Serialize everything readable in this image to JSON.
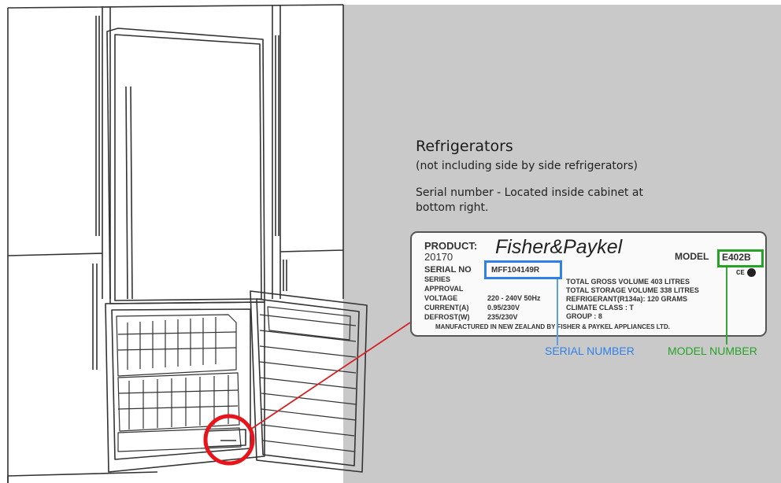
{
  "colors": {
    "background_panel": "#c9c9c9",
    "serial_highlight": "#2f80e8",
    "model_highlight": "#26a326",
    "callout_circle": "#e8141c",
    "line_art": "#333333"
  },
  "callout": {
    "heading": "Refrigerators",
    "subheading": "(not including side by side refrigerators)",
    "serial_note_line1": "Serial number - Located inside cabinet at",
    "serial_note_line2": "bottom right."
  },
  "plate": {
    "product_label": "PRODUCT:",
    "product_code": "20170",
    "brand": "Fisher&Paykel",
    "model_label": "MODEL",
    "model_value": "E402B",
    "serial_label": "SERIAL NO",
    "serial_value": "MFF104149R",
    "series_label": "SERIES",
    "approval_label": "APPROVAL",
    "voltage_label": "VOLTAGE",
    "voltage_value": "220 - 240V 50Hz",
    "current_label": "CURRENT(A)",
    "current_value": "0.95/230V",
    "defrost_label": "DEFROST(W)",
    "defrost_value": "235/230V",
    "total_gross_volume": "TOTAL GROSS VOLUME 403 LITRES",
    "total_storage_volume": "TOTAL STORAGE VOLUME 338 LITRES",
    "refrigerant": "REFRIGERANT(R134a): 120 GRAMS",
    "climate_class": "CLIMATE CLASS      : T",
    "group": "GROUP              : 8",
    "ce_mark": "CE",
    "manufacturer": "MANUFACTURED IN NEW ZEALAND BY FISHER & PAYKEL APPLIANCES LTD."
  },
  "annotations": {
    "serial_caption": "SERIAL NUMBER",
    "model_caption": "MODEL NUMBER"
  }
}
